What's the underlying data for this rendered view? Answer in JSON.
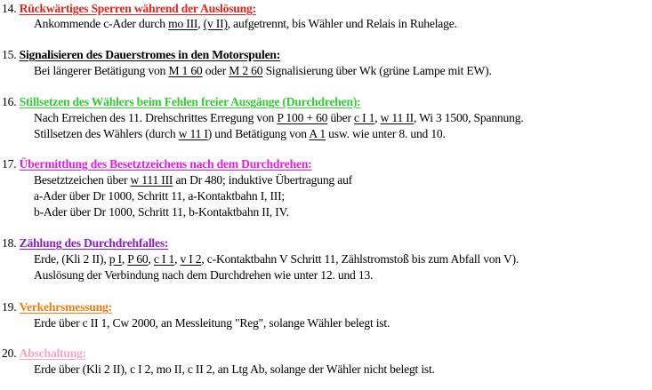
{
  "sections": [
    {
      "number": "14.",
      "title": "Rückwärtiges Sperren während der Auslösung:",
      "title_color": "#e4261c",
      "lines": [
        [
          {
            "t": "Ankommende c-Ader durch "
          },
          {
            "t": "mo III",
            "u": true
          },
          {
            "t": ", "
          },
          {
            "t": "(v II)",
            "u": true
          },
          {
            "t": ", aufgetrennt, bis Wähler und Relais in Ruhelage."
          }
        ]
      ]
    },
    {
      "number": "15.",
      "title": "Signalisieren des Dauerstromes in den Motorspulen:",
      "title_color": "#000000",
      "lines": [
        [
          {
            "t": "Bei längerer Betätigung von "
          },
          {
            "t": "M 1  60",
            "u": true
          },
          {
            "t": " oder "
          },
          {
            "t": "M 2  60",
            "u": true
          },
          {
            "t": " Signalisierung über Wk (grüne Lampe mit EW)."
          }
        ]
      ]
    },
    {
      "number": "16.",
      "title": "Stillsetzen des Wählers beim Fehlen freier Ausgänge (Durchdrehen):",
      "title_color": "#33cc33",
      "lines": [
        [
          {
            "t": "Nach Erreichen des 11. Drehschrittes Erregung von "
          },
          {
            "t": "P 100 + 60",
            "u": true
          },
          {
            "t": " über "
          },
          {
            "t": "c I 1",
            "u": true
          },
          {
            "t": ", "
          },
          {
            "t": "w 11 II",
            "u": true
          },
          {
            "t": ", Wi 3  1500, Spannung."
          }
        ],
        [
          {
            "t": "Stillsetzen des Wählers (durch "
          },
          {
            "t": "w 11 I",
            "u": true
          },
          {
            "t": ") und Betätigung von "
          },
          {
            "t": "A 1",
            "u": true
          },
          {
            "t": " usw. wie unter 8. und 10."
          }
        ]
      ]
    },
    {
      "number": "17.",
      "title": "Übermittlung des Besetztzeichens nach dem Durchdrehen:",
      "title_color": "#e619e6",
      "lines": [
        [
          {
            "t": "Besetztzeichen über "
          },
          {
            "t": "w 111 III",
            "u": true
          },
          {
            "t": " an Dr 480; induktive Übertragung auf"
          }
        ],
        [
          {
            "t": "a-Ader über Dr 1000, Schritt 11, a-Kontaktbahn   I, III;"
          }
        ],
        [
          {
            "t": "b-Ader über Dr 1000, Schritt 11, b-Kontaktbahn II, IV."
          }
        ]
      ]
    },
    {
      "number": "18.",
      "title": "Zählung des Durchdrehfalles:",
      "title_color": "#8a1fc7",
      "lines": [
        [
          {
            "t": "Erde, (Kli 2 II), "
          },
          {
            "t": "p I",
            "u": true
          },
          {
            "t": ", "
          },
          {
            "t": "P 60",
            "u": true
          },
          {
            "t": ", "
          },
          {
            "t": "c I 1",
            "u": true
          },
          {
            "t": ", "
          },
          {
            "t": "v I 2",
            "u": true
          },
          {
            "t": ", c-Kontaktbahn V Schritt 11, Zählstromstoß bis zum Abfall von V)."
          }
        ],
        [
          {
            "t": "Auslösung der Verbindung nach dem Durchdrehen wie unter 12.  und 13."
          }
        ]
      ]
    },
    {
      "number": "19.",
      "title": "Verkehrsmessung:",
      "title_color": "#f07c14",
      "lines": [
        [
          {
            "t": "Erde über c II 1, Cw 2000, an Messleitung \"Reg\", solange Wähler belegt ist."
          }
        ]
      ]
    },
    {
      "number": "20.",
      "title": "Abschaltung:",
      "title_color": "#f4a6c8",
      "lines": [
        [
          {
            "t": "Erde über (Kli 2 II), c I 2, mo II, c II 2, an Ltg Ab, solange der Wähler nicht belegt ist."
          }
        ]
      ]
    }
  ]
}
